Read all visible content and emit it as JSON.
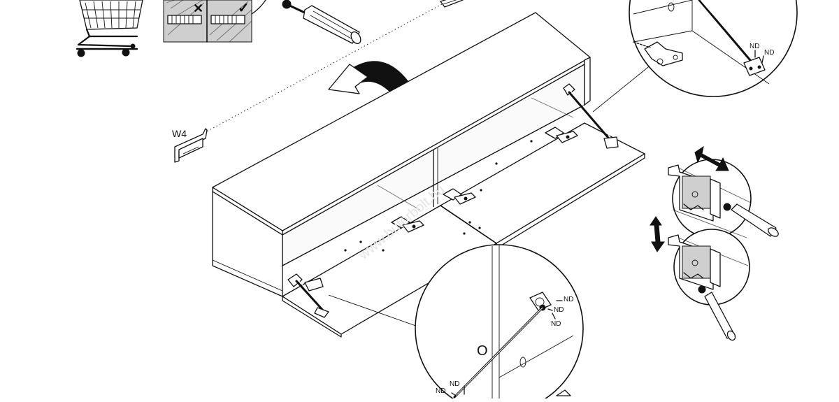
{
  "labels": {
    "bracket": "W4",
    "circle_marker": "O",
    "fastener": "ND",
    "watermark": "www.butorbolt.hu"
  },
  "glyphs": {
    "wrong": "✕",
    "right": "✓"
  },
  "icons": [
    "shopping-cart-icon",
    "screwdriver-icon",
    "rotate-arrow-icon",
    "double-arrow-icon"
  ],
  "colors": {
    "line": "#111111",
    "paper": "#ffffff",
    "shade": "#cfcfcf"
  }
}
